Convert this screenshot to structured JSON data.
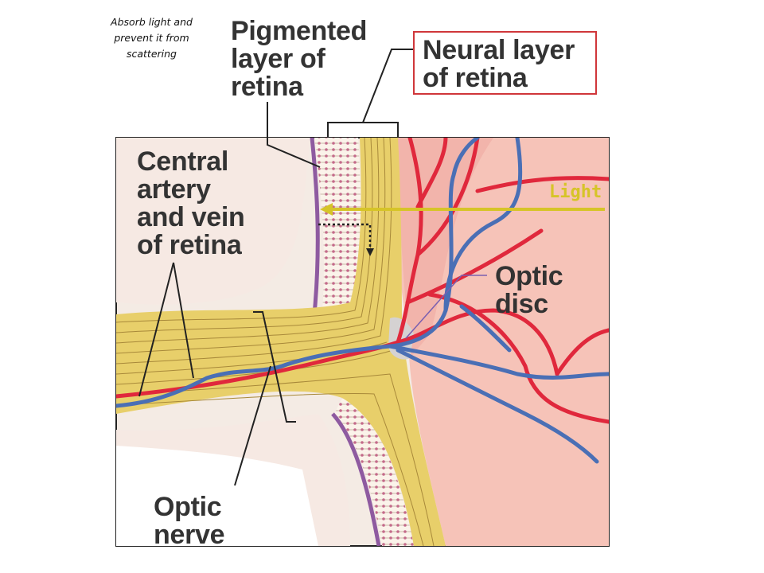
{
  "note": {
    "lines": [
      "Absorb light and",
      "prevent it from",
      "scattering"
    ]
  },
  "labels": {
    "pigmented": [
      "Pigmented",
      "layer of",
      "retina"
    ],
    "neural": [
      "Neural layer",
      "of retina"
    ],
    "central": [
      "Central",
      "artery",
      "and vein",
      "of retina"
    ],
    "optic_disc": [
      "Optic",
      "disc"
    ],
    "optic_nerve": [
      "Optic",
      "nerve"
    ],
    "light": "Light"
  },
  "colors": {
    "nerve_fibers": "#e8cf6a",
    "nerve_stripe": "#a8893a",
    "eye_interior": "#f6c3b8",
    "sheath": "#f2e3dc",
    "artery": "#e0283c",
    "vein": "#4a6fb5",
    "light_arrow": "#d6c428",
    "neural_box_border": "#d0363a",
    "pigment": "#8e5aa0"
  }
}
